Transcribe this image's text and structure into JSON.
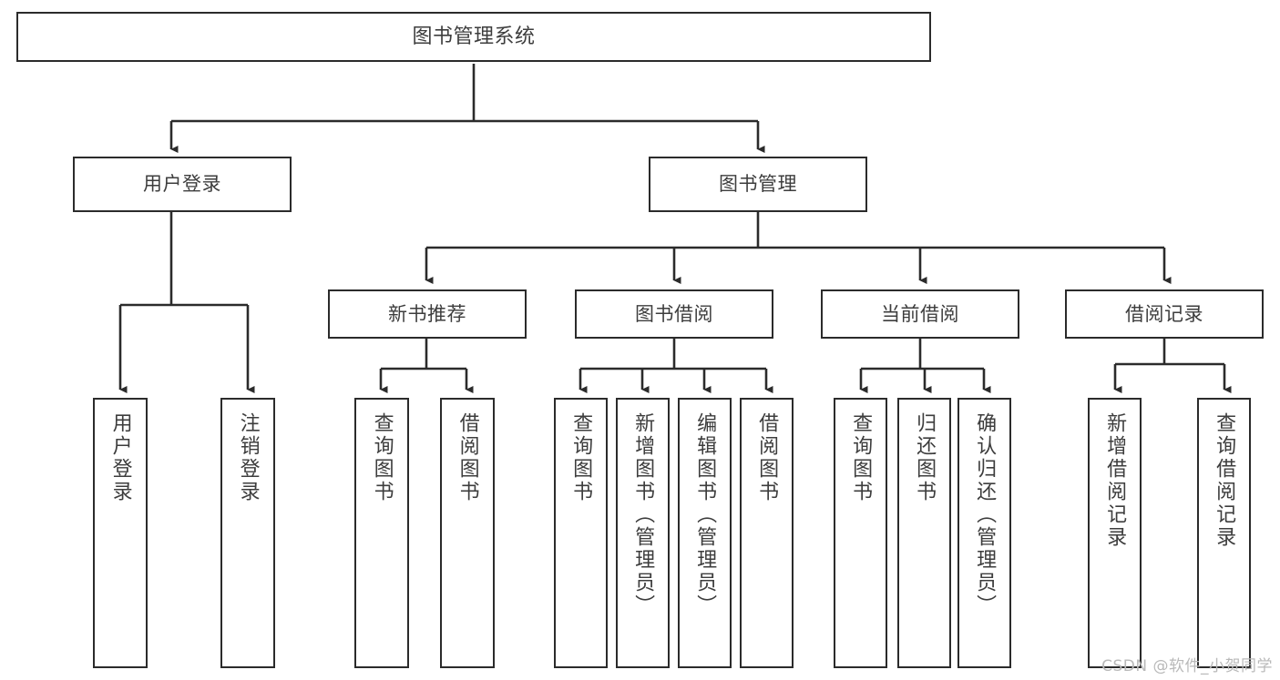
{
  "diagram": {
    "type": "tree-hierarchy-chart",
    "title": "图书管理系统",
    "line_color": "#2b2b2b",
    "box_fill": "#ffffff",
    "text_color": "#3d3d3d",
    "background": "#ffffff"
  },
  "nodes": {
    "root": {
      "label": "图书管理系统"
    },
    "level1": [
      {
        "id": "user-login",
        "label": "用户登录"
      },
      {
        "id": "book-manage",
        "label": "图书管理"
      }
    ],
    "level2": [
      {
        "id": "new-book-recommend",
        "label": "新书推荐"
      },
      {
        "id": "book-borrow",
        "label": "图书借阅"
      },
      {
        "id": "current-borrow",
        "label": "当前借阅"
      },
      {
        "id": "borrow-record",
        "label": "借阅记录"
      }
    ],
    "leaves": {
      "user_login": [
        {
          "id": "leaf-user-login",
          "label": "用户登录"
        },
        {
          "id": "leaf-logout-login",
          "label": "注销登录"
        }
      ],
      "new_book_recommend": [
        {
          "id": "leaf-query-book-1",
          "label": "查询图书"
        },
        {
          "id": "leaf-borrow-book-1",
          "label": "借阅图书"
        }
      ],
      "book_borrow": [
        {
          "id": "leaf-query-book-2",
          "label": "查询图书"
        },
        {
          "id": "leaf-add-book",
          "label": "新增图书（管理员）"
        },
        {
          "id": "leaf-edit-book",
          "label": "编辑图书（管理员）"
        },
        {
          "id": "leaf-borrow-book-2",
          "label": "借阅图书"
        }
      ],
      "current_borrow": [
        {
          "id": "leaf-query-book-3",
          "label": "查询图书"
        },
        {
          "id": "leaf-return-book",
          "label": "归还图书"
        },
        {
          "id": "leaf-confirm-return",
          "label": "确认归还（管理员）"
        }
      ],
      "borrow_record": [
        {
          "id": "leaf-add-record",
          "label": "新增借阅记录"
        },
        {
          "id": "leaf-query-record",
          "label": "查询借阅记录"
        }
      ]
    }
  },
  "watermark": {
    "text": "CSDN @软件_小贺同学"
  }
}
